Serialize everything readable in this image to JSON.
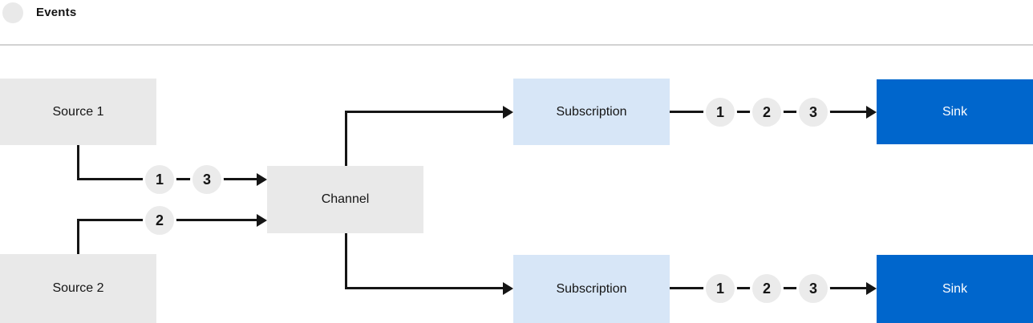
{
  "legend": {
    "label": "Events"
  },
  "nodes": {
    "source1": "Source 1",
    "source2": "Source 2",
    "channel": "Channel",
    "subscription1": "Subscription",
    "subscription2": "Subscription",
    "sink1": "Sink",
    "sink2": "Sink"
  },
  "event_badges": {
    "source1_to_channel": [
      "1",
      "3"
    ],
    "source2_to_channel": [
      "2"
    ],
    "subscription1_to_sink": [
      "1",
      "2",
      "3"
    ],
    "subscription2_to_sink": [
      "1",
      "2",
      "3"
    ]
  },
  "colors": {
    "node_gray": "#e9e9e9",
    "badge_gray": "#ebebeb",
    "subscription_lightblue": "#d7e6f7",
    "sink_blue": "#0066cc",
    "line_dark": "#151515",
    "divider_gray": "#d2d2d2",
    "text_dark": "#151515",
    "text_on_blue": "#ffffff"
  }
}
